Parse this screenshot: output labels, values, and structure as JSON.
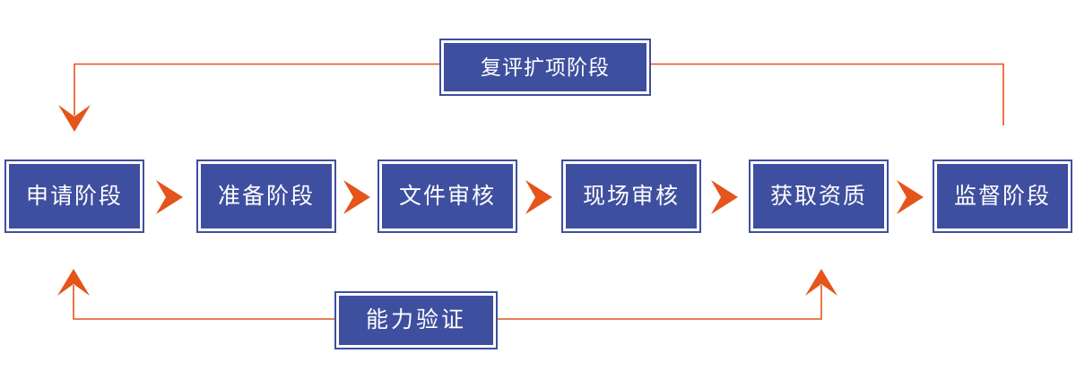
{
  "colors": {
    "box_blue": "#3F4F9F",
    "arrow_orange": "#E4541B",
    "label_text": "#FFFFFF",
    "background": "#FFFFFF"
  },
  "stages": [
    {
      "label": "申请阶段"
    },
    {
      "label": "准备阶段"
    },
    {
      "label": "文件审核"
    },
    {
      "label": "现场审核"
    },
    {
      "label": "获取资质"
    },
    {
      "label": "监督阶段"
    }
  ],
  "top_loop": {
    "label": "复评扩项阶段",
    "from": "监督阶段",
    "to": "申请阶段"
  },
  "bottom_loop": {
    "label": "能力验证",
    "targets": [
      "申请阶段",
      "获取资质"
    ]
  }
}
